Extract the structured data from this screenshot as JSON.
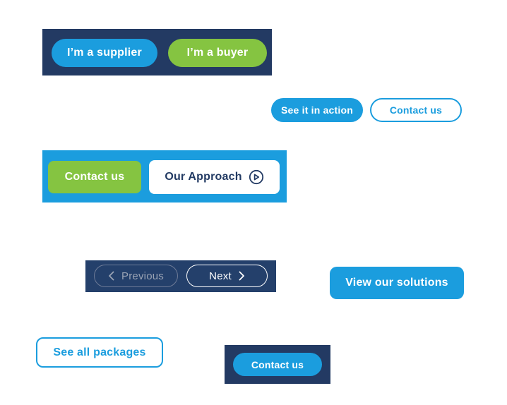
{
  "colors": {
    "navy": "#233a63",
    "navy_light": "#24406b",
    "blue": "#1b9dde",
    "green": "#85c441",
    "white": "#ffffff",
    "disabled_text": "#9aa3b4",
    "disabled_border": "#6e7b97"
  },
  "audience_bar": {
    "supplier_label": "I’m a supplier",
    "buyer_label": "I’m a buyer"
  },
  "hero_cta": {
    "primary_label": "See it in action",
    "secondary_label": "Contact us"
  },
  "approach_bar": {
    "contact_label": "Contact us",
    "approach_label": "Our Approach"
  },
  "pager": {
    "previous_label": "Previous",
    "next_label": "Next"
  },
  "solutions": {
    "view_label": "View our solutions"
  },
  "packages": {
    "see_all_label": "See all packages"
  },
  "footer_cta": {
    "contact_label": "Contact us"
  }
}
